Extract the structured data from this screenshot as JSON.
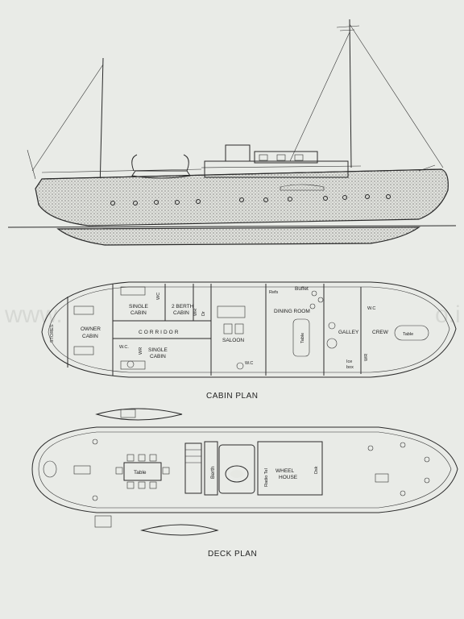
{
  "sheet": {
    "background": "#e9ebe7",
    "ink": "#2a2a2a"
  },
  "watermark": {
    "text": "www.",
    "text_end": "o.i"
  },
  "cabin_plan": {
    "caption": "CABIN PLAN",
    "labels": {
      "stores": "STORES",
      "owner_cabin_1": "OWNER",
      "owner_cabin_2": "CABIN",
      "single_cabin_top_1": "SINGLE",
      "single_cabin_top_2": "CABIN",
      "two_berth_1": "2 BERTH",
      "two_berth_2": "CABIN",
      "wc_top": "WC",
      "wc_left": "W.C.",
      "wc_lower": "W.C",
      "wr_left": "WR",
      "wr_mid": "WR",
      "wr_right": "WR",
      "corridor": "CORRIDOR",
      "single_cabin_bot_1": "SINGLE",
      "single_cabin_bot_2": "CABIN",
      "saloon": "SALOON",
      "dr": "Dr",
      "refs": "Refs",
      "buffet": "Buffet",
      "dining_room": "DINING ROOM",
      "table_dining": "Table",
      "galley": "GALLEY",
      "crew": "CREW",
      "table_crew": "Table",
      "wc_crew": "W.C",
      "ice_box_1": "Ice",
      "ice_box_2": "box"
    }
  },
  "deck_plan": {
    "caption": "DECK PLAN",
    "labels": {
      "table": "Table",
      "berth": "Berth",
      "wheel_house_1": "WHEEL",
      "wheel_house_2": "HOUSE",
      "radio_tel": "Radio Tel",
      "dsk": "Dsk"
    }
  }
}
